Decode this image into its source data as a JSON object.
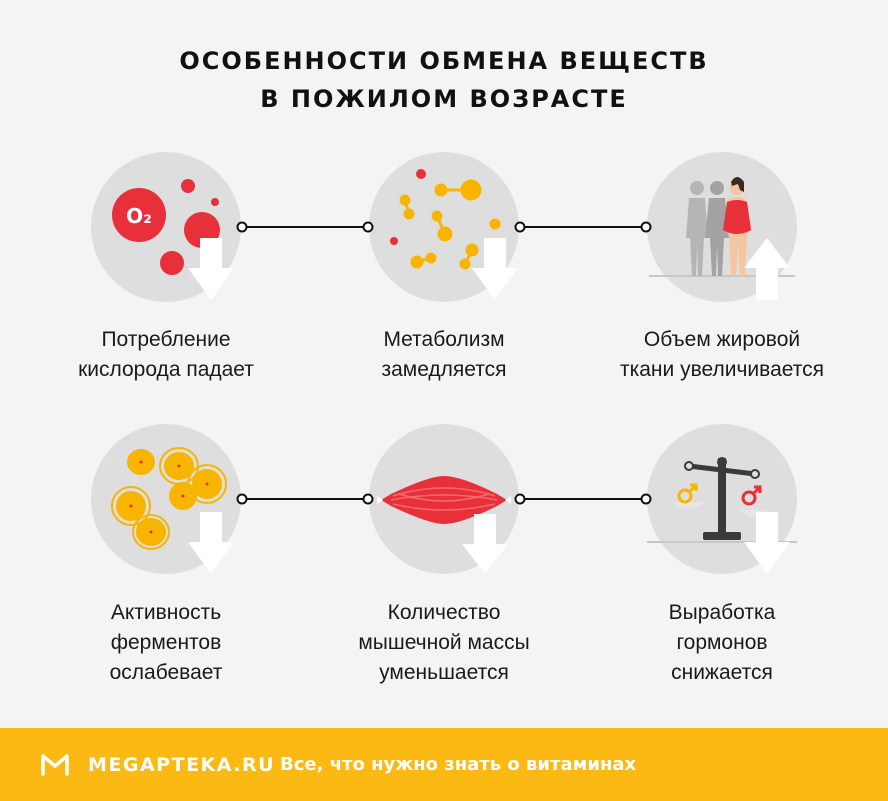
{
  "title": {
    "line1": "ОСОБЕННОСТИ ОБМЕНА ВЕЩЕСТВ",
    "line2": "В ПОЖИЛОМ ВОЗРАСТЕ"
  },
  "colors": {
    "background": "#f4f4f4",
    "circle": "#dedede",
    "accent_red": "#e8303a",
    "accent_yellow": "#f7b500",
    "footer": "#fcb813",
    "arrow": "#ffffff"
  },
  "items": [
    {
      "line1": "Потребление",
      "line2": "кислорода падает",
      "trend": "down",
      "icon": "oxygen-molecules-icon"
    },
    {
      "line1": "Метаболизм",
      "line2": "замедляется",
      "trend": "down",
      "icon": "molecules-icon"
    },
    {
      "line1": "Объем жировой",
      "line2": "ткани увеличивается",
      "trend": "up",
      "icon": "body-silhouettes-icon"
    },
    {
      "line1": "Активность",
      "line2": "ферментов",
      "line3": "ослабевает",
      "trend": "down",
      "icon": "enzyme-cells-icon"
    },
    {
      "line1": "Количество",
      "line2": "мышечной массы",
      "line3": "уменьшается",
      "trend": "down",
      "icon": "muscle-icon"
    },
    {
      "line1": "Выработка",
      "line2": "гормонов",
      "line3": "снижается",
      "trend": "down",
      "icon": "hormone-scales-icon"
    }
  ],
  "o2_label": "O₂",
  "footer": {
    "logo": "MEGAPTEKA.RU",
    "tagline": "Все, что нужно знать о витаминах"
  }
}
